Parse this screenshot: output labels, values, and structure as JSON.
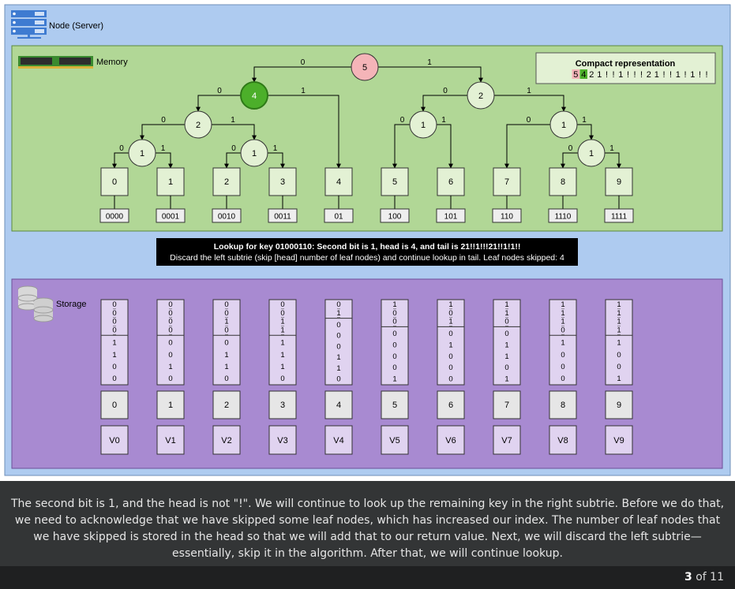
{
  "node_label": "Node (Server)",
  "memory_label": "Memory",
  "storage_label": "Storage",
  "compact": {
    "title": "Compact representation",
    "tokens": [
      {
        "t": "5",
        "c": "#f4b4b8"
      },
      {
        "t": "4",
        "c": "#4caf2a"
      },
      {
        "t": "2",
        "c": ""
      },
      {
        "t": "1",
        "c": ""
      },
      {
        "t": "!",
        "c": ""
      },
      {
        "t": "!",
        "c": ""
      },
      {
        "t": "1",
        "c": ""
      },
      {
        "t": "!",
        "c": ""
      },
      {
        "t": "!",
        "c": ""
      },
      {
        "t": "!",
        "c": ""
      },
      {
        "t": "2",
        "c": ""
      },
      {
        "t": "1",
        "c": ""
      },
      {
        "t": "!",
        "c": ""
      },
      {
        "t": "!",
        "c": ""
      },
      {
        "t": "1",
        "c": ""
      },
      {
        "t": "!",
        "c": ""
      },
      {
        "t": "1",
        "c": ""
      },
      {
        "t": "!",
        "c": ""
      },
      {
        "t": "!",
        "c": ""
      }
    ]
  },
  "tree": {
    "nodes": [
      {
        "id": "root",
        "label": "5",
        "style": "root"
      },
      {
        "id": "L",
        "label": "4",
        "style": "active"
      },
      {
        "id": "R",
        "label": "2",
        "style": "plain"
      },
      {
        "id": "LL",
        "label": "2",
        "style": "plain"
      },
      {
        "id": "LLL",
        "label": "1",
        "style": "plain"
      },
      {
        "id": "LLR",
        "label": "1",
        "style": "plain"
      },
      {
        "id": "RL",
        "label": "1",
        "style": "plain"
      },
      {
        "id": "RR",
        "label": "1",
        "style": "plain"
      },
      {
        "id": "RRR",
        "label": "1",
        "style": "plain"
      }
    ],
    "edges": [
      {
        "from": "root",
        "to": "L",
        "bit": "0"
      },
      {
        "from": "root",
        "to": "R",
        "bit": "1"
      },
      {
        "from": "L",
        "to": "LL",
        "bit": "0"
      },
      {
        "from": "L",
        "to": "leaf4",
        "bit": "1"
      },
      {
        "from": "LL",
        "to": "LLL",
        "bit": "0"
      },
      {
        "from": "LL",
        "to": "LLR",
        "bit": "1"
      },
      {
        "from": "LLL",
        "to": "leaf0",
        "bit": "0"
      },
      {
        "from": "LLL",
        "to": "leaf1",
        "bit": "1"
      },
      {
        "from": "LLR",
        "to": "leaf2",
        "bit": "0"
      },
      {
        "from": "LLR",
        "to": "leaf3",
        "bit": "1"
      },
      {
        "from": "R",
        "to": "RL",
        "bit": "0"
      },
      {
        "from": "R",
        "to": "RR",
        "bit": "1"
      },
      {
        "from": "RL",
        "to": "leaf5",
        "bit": "0"
      },
      {
        "from": "RL",
        "to": "leaf6",
        "bit": "1"
      },
      {
        "from": "RR",
        "to": "leaf7",
        "bit": "0"
      },
      {
        "from": "RR",
        "to": "RRR",
        "bit": "1"
      },
      {
        "from": "RRR",
        "to": "leaf8",
        "bit": "0"
      },
      {
        "from": "RRR",
        "to": "leaf9",
        "bit": "1"
      }
    ],
    "leaves": [
      {
        "index": "0",
        "code": "0000"
      },
      {
        "index": "1",
        "code": "0001"
      },
      {
        "index": "2",
        "code": "0010"
      },
      {
        "index": "3",
        "code": "0011"
      },
      {
        "index": "4",
        "code": "01"
      },
      {
        "index": "5",
        "code": "100"
      },
      {
        "index": "6",
        "code": "101"
      },
      {
        "index": "7",
        "code": "110"
      },
      {
        "index": "8",
        "code": "1110"
      },
      {
        "index": "9",
        "code": "1111"
      }
    ]
  },
  "lookup_message": {
    "line1": "Lookup for key 01000110: Second bit is 1, head is 4, and tail is 21!!1!!!21!!1!1!!",
    "line2": "Discard the left subtrie (skip [head] number of leaf nodes) and continue lookup in tail. Leaf nodes skipped: 4"
  },
  "storage": [
    {
      "key_top": "0000",
      "key_bottom": "1100",
      "index": "0",
      "value": "V0"
    },
    {
      "key_top": "0000",
      "key_bottom": "0010",
      "index": "1",
      "value": "V1"
    },
    {
      "key_top": "0010",
      "key_bottom": "0110",
      "index": "2",
      "value": "V2"
    },
    {
      "key_top": "0011",
      "key_bottom": "1110",
      "index": "3",
      "value": "V3"
    },
    {
      "key_top": "01",
      "key_bottom": "000110",
      "index": "4",
      "value": "V4"
    },
    {
      "key_top": "100",
      "key_bottom": "00001",
      "index": "5",
      "value": "V5"
    },
    {
      "key_top": "101",
      "key_bottom": "01000",
      "index": "6",
      "value": "V6"
    },
    {
      "key_top": "110",
      "key_bottom": "01101",
      "index": "7",
      "value": "V7"
    },
    {
      "key_top": "1110",
      "key_bottom": "1000",
      "index": "8",
      "value": "V8"
    },
    {
      "key_top": "1111",
      "key_bottom": "1001",
      "index": "9",
      "value": "V9"
    }
  ],
  "caption": "The second bit is 1, and the head is not \"!\". We will continue to look up the remaining key in the right subtrie. Before we do that, we need to acknowledge that we have skipped some leaf nodes, which has increased our index. The number of leaf nodes that we have skipped is stored in the head so that we will add that to our return value. Next, we will discard the left subtrie—essentially, skip it in the algorithm. After that, we will continue lookup.",
  "pager": {
    "current": "3",
    "of_text": "of",
    "total": "11"
  },
  "colors": {
    "node_bg": "#aecbf0",
    "memory_bg": "#b1d796",
    "storage_bg": "#a88ad1",
    "tree_node": "#e3f1d4",
    "active_node": "#4caf2a",
    "root_node": "#f4b4b8",
    "leaf_box": "#e3f1d4",
    "storage_key": "#e0d3f0",
    "index_box": "#e6e6e6",
    "msg_bg": "#000000"
  }
}
